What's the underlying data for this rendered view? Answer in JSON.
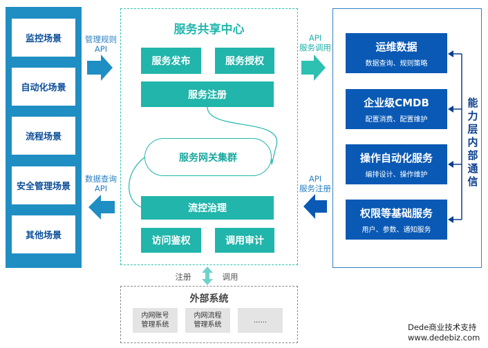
{
  "scenarios": [
    "监控场景",
    "自动化场景",
    "流程场景",
    "安全管理场景",
    "其他场景"
  ],
  "left_arrows": {
    "top": [
      "管理规则",
      "API"
    ],
    "bottom": [
      "数据查询",
      "API"
    ]
  },
  "center": {
    "title": "服务共享中心",
    "publish": "服务发布",
    "authorize": "服务授权",
    "register": "服务注册",
    "gateway": "服务网关集群",
    "flow_control": "流控治理",
    "access_auth": "访问鉴权",
    "call_audit": "调用审计"
  },
  "right_arrows": {
    "top": [
      "API",
      "服务调用"
    ],
    "bottom": [
      "API",
      "服务注册"
    ]
  },
  "capabilities": [
    {
      "title": "运维数据",
      "sub": "数据查询、规则策略"
    },
    {
      "title": "企业级CMDB",
      "sub": "配置消费、配置维护"
    },
    {
      "title": "操作自动化服务",
      "sub": "编排设计、操作维护"
    },
    {
      "title": "权限等基础服务",
      "sub": "用户、参数、通知服务"
    }
  ],
  "capability_layer_label": "能力层内部通信",
  "external": {
    "label_register": "注册",
    "label_call": "调用",
    "title": "外部系统",
    "systems": [
      [
        "内网账号",
        "管理系统"
      ],
      [
        "内网流程",
        "管理系统"
      ],
      [
        "......"
      ]
    ]
  },
  "footer": [
    "Dede商业技术支持",
    "www.dedebiz.com"
  ],
  "colors": {
    "left_panel": "#1f8ec2",
    "scene_text": "#0c4e98",
    "teal": "#21b5ab",
    "capability": "#0a59b5",
    "right_border": "#2f7ec0"
  }
}
